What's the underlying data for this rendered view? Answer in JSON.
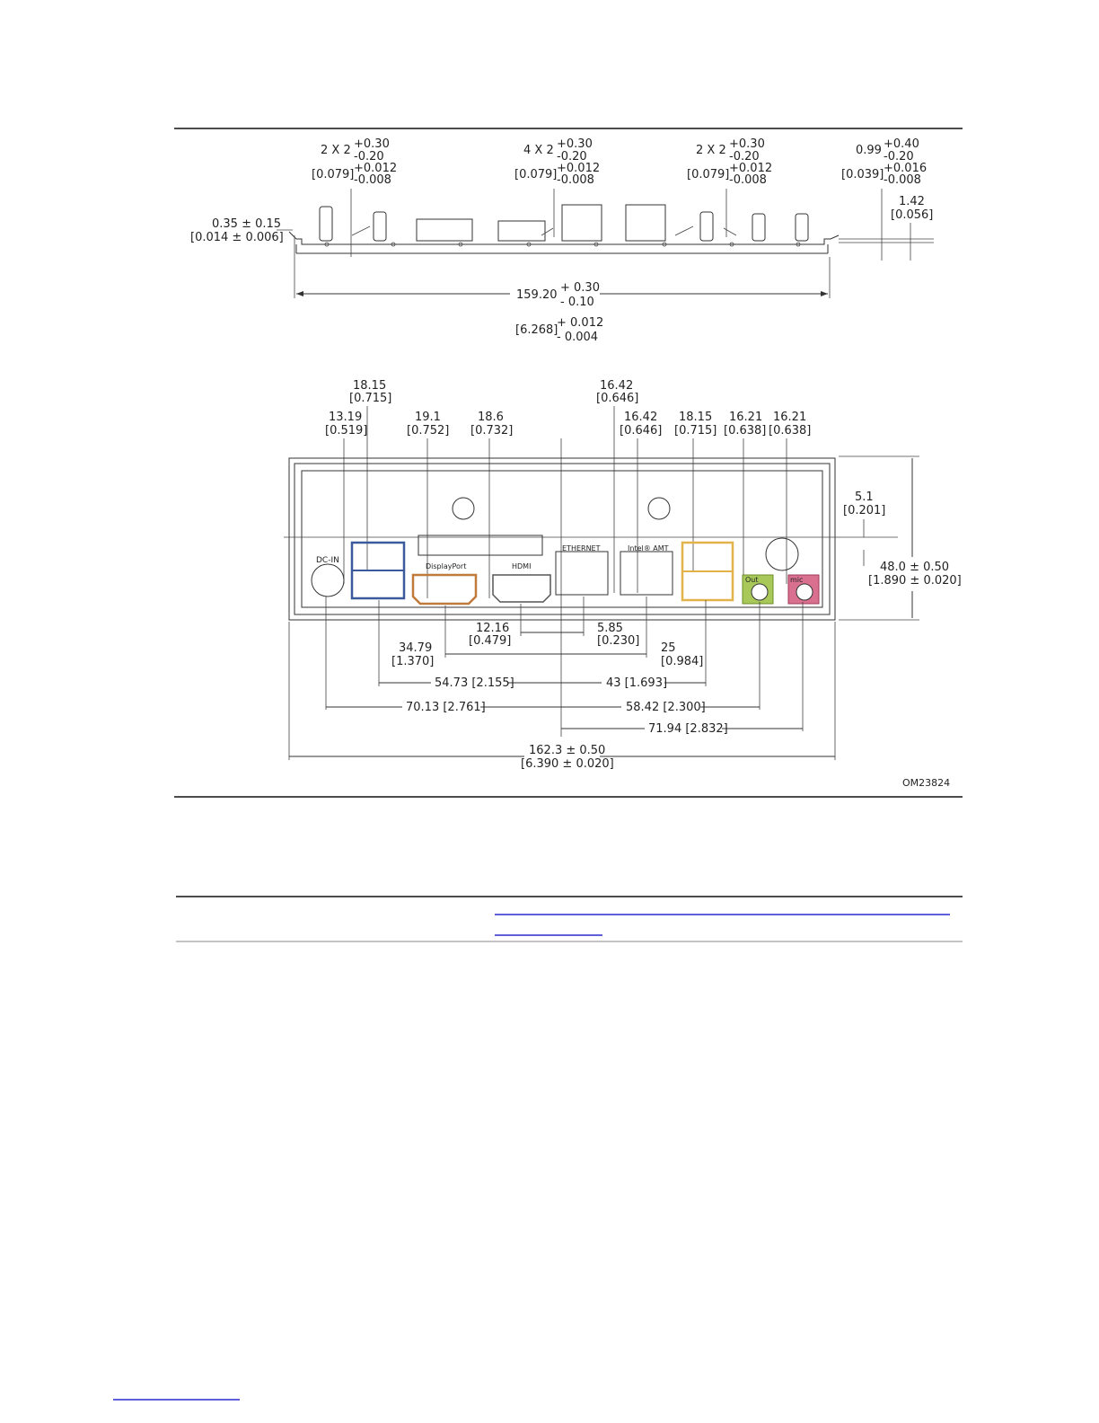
{
  "profile": {
    "tol_groups": [
      {
        "main": "2 X 2",
        "plus": "+0.30",
        "minus": "-0.20",
        "bracket": "[0.079]",
        "plus_in": "+0.012",
        "minus_in": "-0.008"
      },
      {
        "main": "4 X 2",
        "plus": "+0.30",
        "minus": "-0.20",
        "bracket": "[0.079]",
        "plus_in": "+0.012",
        "minus_in": "-0.008"
      },
      {
        "main": "2 X 2",
        "plus": "+0.30",
        "minus": "-0.20",
        "bracket": "[0.079]",
        "plus_in": "+0.012",
        "minus_in": "-0.008"
      },
      {
        "main": "0.99",
        "plus": "+0.40",
        "minus": "-0.20",
        "bracket": "[0.039]",
        "plus_in": "+0.016",
        "minus_in": "-0.008"
      }
    ],
    "thickness": {
      "mm": "1.42",
      "in": "[0.056]"
    },
    "edge": {
      "mm": "0.35 ± 0.15",
      "in": "[0.014 ± 0.006]"
    },
    "length": {
      "mm": "159.20",
      "plus": "+ 0.30",
      "minus": "- 0.10",
      "in": "[6.268]",
      "plus_in": "+ 0.012",
      "minus_in": "- 0.004"
    }
  },
  "front": {
    "top_dims": [
      {
        "mm": "18.15",
        "in": "[0.715]"
      },
      {
        "mm": "16.42",
        "in": "[0.646]"
      },
      {
        "mm": "13.19",
        "in": "[0.519]"
      },
      {
        "mm": "19.1",
        "in": "[0.752]"
      },
      {
        "mm": "18.6",
        "in": "[0.732]"
      },
      {
        "mm": "16.42",
        "in": "[0.646]"
      },
      {
        "mm": "18.15",
        "in": "[0.715]"
      },
      {
        "mm": "16.21",
        "in": "[0.638]"
      },
      {
        "mm": "16.21",
        "in": "[0.638]"
      }
    ],
    "right_dims": {
      "offset": {
        "mm": "5.1",
        "in": "[0.201]"
      },
      "height": {
        "mm": "48.0 ± 0.50",
        "in": "[1.890 ± 0.020]"
      }
    },
    "port_labels": {
      "dcin": "DC-IN",
      "displayport": "DisplayPort",
      "hdmi": "HDMI",
      "ethernet": "ETHERNET",
      "amt": "Intel® AMT",
      "out": "Out",
      "mic": "mic"
    },
    "bottom_dims": {
      "d1": {
        "mm": "12.16",
        "in": "[0.479]"
      },
      "d2": {
        "mm": "5.85",
        "in": "[0.230]"
      },
      "d3": {
        "mm": "34.79",
        "in": "[1.370]"
      },
      "d4": {
        "mm": "25",
        "in": "[0.984]"
      },
      "d5": "54.73 [2.155]",
      "d6": "43 [1.693]",
      "d7": "70.13 [2.761]",
      "d8": "58.42 [2.300]",
      "d9": "71.94 [2.832]",
      "width": {
        "mm": "162.3 ± 0.50",
        "in": "[6.390 ± 0.020]"
      }
    },
    "figure_id": "OM23824"
  },
  "colors": {
    "usb_blue": "#3a5a9c",
    "displayport": "#c07a3a",
    "usb_yellow": "#e3b24a",
    "audio_green": "#a8c95a",
    "audio_pink": "#d9708f"
  }
}
